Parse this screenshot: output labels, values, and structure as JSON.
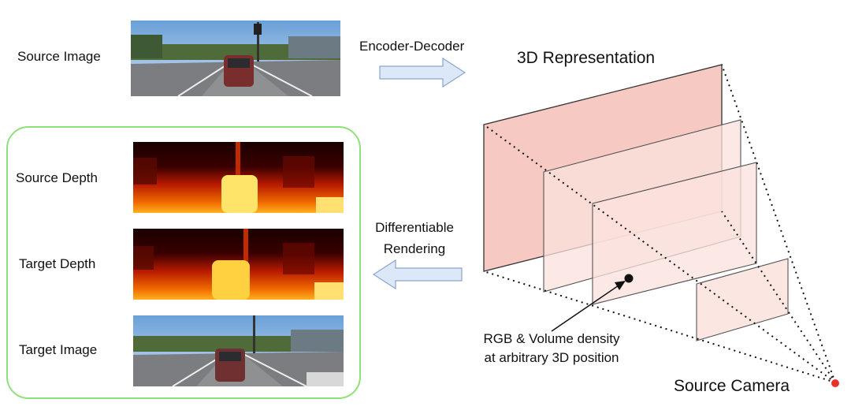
{
  "labels": {
    "source_image": "Source Image",
    "encoder_decoder": "Encoder-Decoder",
    "representation": "3D Representation",
    "source_depth": "Source Depth",
    "target_depth": "Target Depth",
    "target_image": "Target Image",
    "differentiable_1": "Differentiable",
    "differentiable_2": "Rendering",
    "rgb_line1": "RGB & Volume density",
    "rgb_line2": "at arbitrary 3D position",
    "source_camera": "Source Camera"
  },
  "colors": {
    "panel_border": "#8fe07c",
    "plane_fill": "#f6c9c2",
    "arrow_fill": "#dce8f8",
    "arrow_stroke": "#8aa6cc",
    "camera_dot": "#e8332b"
  },
  "icons": {
    "right_arrow": "right-arrow-icon",
    "left_arrow": "left-arrow-icon"
  }
}
